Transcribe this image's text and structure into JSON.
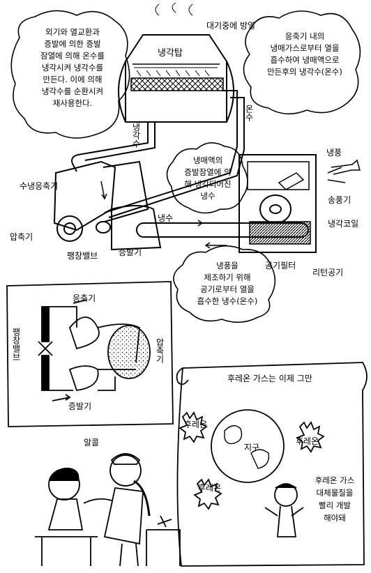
{
  "top_diagram": {
    "labels": {
      "heat_release": "대기중에 방열",
      "cooling_tower": "냉각탑",
      "cold_water_down": "냉각수",
      "warm_water_up": "온수",
      "water_cooled_condenser": "수냉응축기",
      "compressor": "압축기",
      "expansion_valve": "팽창밸브",
      "evaporator": "증발기",
      "chilled_water": "냉수",
      "cold_air": "냉풍",
      "blower": "송풍기",
      "cooling_coil": "냉각코일",
      "air_filter": "공기필터",
      "return_air": "리턴공기"
    },
    "clouds": {
      "left": [
        "외기와 열교환과",
        "증발에 의한 증발",
        "잠열에 의해 온수를",
        "냉각시켜 냉각수를",
        "만든다. 이에 의해",
        "냉각수를 순환시켜",
        "재사용한다."
      ],
      "right": [
        "응축기 내의",
        "냉매가스로부터 열을",
        "흡수하여 냉매액으로",
        "만든후의 냉각수(온수)"
      ],
      "center": [
        "냉매액의",
        "증발잠열에 의",
        "해 냉각되어진",
        "냉수"
      ],
      "bottom": [
        "냉풍을",
        "제조하기 위해",
        "공기로부터 열을",
        "흡수한 냉수(온수)"
      ]
    }
  },
  "cycle_diagram": {
    "condenser": "응축기",
    "expansion_valve": "팽창밸브",
    "compressor": "압축기",
    "evaporator": "증발기"
  },
  "earth_scroll": {
    "headline": "후레온 가스는 이제 그만",
    "freon_1": "후레온",
    "freon_2": "후레온",
    "freon_3": "후레온",
    "earth": "지구",
    "speech": [
      "후레온 가스",
      "대체물질을",
      "빨리 개발",
      "해야돼"
    ]
  },
  "clinic": {
    "alcohol": "알콜"
  }
}
